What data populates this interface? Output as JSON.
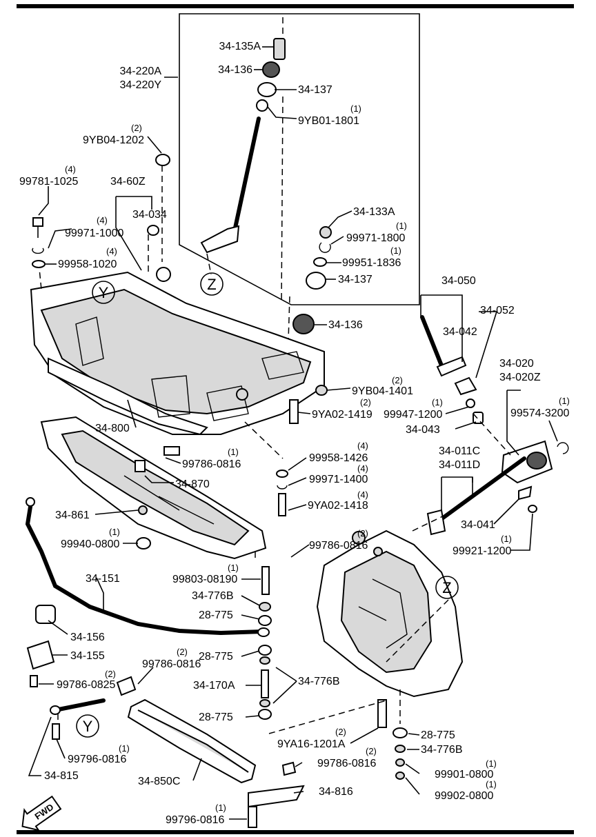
{
  "labels": {
    "p34_135A": "34-135A",
    "p34_136_top": "34-136",
    "p34_137_top": "34-137",
    "p9YB01_1801": "9YB01-1801",
    "p34_220A": "34-220A",
    "p34_220Y": "34-220Y",
    "p9YB04_1202": "9YB04-1202",
    "p99781_1025": "99781-1025",
    "p34_60Z": "34-60Z",
    "p34_034": "34-034",
    "p99971_1000": "99971-1000",
    "p99958_1020": "99958-1020",
    "p34_133A": "34-133A",
    "p99971_1800": "99971-1800",
    "p99951_1836": "99951-1836",
    "p34_137_mid": "34-137",
    "p34_050": "34-050",
    "p34_052": "34-052",
    "p34_042": "34-042",
    "p34_136_mid": "34-136",
    "p34_020": "34-020",
    "p34_020Z": "34-020Z",
    "p9YB04_1401": "9YB04-1401",
    "p9YA02_1419": "9YA02-1419",
    "p99947_1200": "99947-1200",
    "p99574_3200": "99574-3200",
    "p34_043": "34-043",
    "p34_800": "34-800",
    "p99958_1426": "99958-1426",
    "p34_011C": "34-011C",
    "p34_011D": "34-011D",
    "p99786_0816_a": "99786-0816",
    "p34_870": "34-870",
    "p99971_1400": "99971-1400",
    "p9YA02_1418": "9YA02-1418",
    "p34_861": "34-861",
    "p34_041": "34-041",
    "p99921_1200": "99921-1200",
    "p99940_0800": "99940-0800",
    "p99786_0816_b": "99786-0816",
    "p34_151": "34-151",
    "p99803_08190": "99803-08190",
    "p34_776B_a": "34-776B",
    "p28_775_a": "28-775",
    "p34_156": "34-156",
    "p34_155": "34-155",
    "p28_775_b": "28-775",
    "p99786_0816_c": "99786-0816",
    "p99786_0825": "99786-0825",
    "p34_170A": "34-170A",
    "p34_776B_b": "34-776B",
    "p28_775_c": "28-775",
    "p28_775_d": "28-775",
    "p9YA16_1201A": "9YA16-1201A",
    "p34_776B_c": "34-776B",
    "p99796_0816_a": "99796-0816",
    "p34_815": "34-815",
    "p34_850C": "34-850C",
    "p99786_0816_d": "99786-0816",
    "p99901_0800": "99901-0800",
    "p34_816": "34-816",
    "p99902_0800": "99902-0800",
    "p99796_0816_b": "99796-0816"
  },
  "quantities": {
    "q_9YB01_1801": "(1)",
    "q_9YB04_1202": "(2)",
    "q_99781_1025": "(4)",
    "q_99971_1000": "(4)",
    "q_99958_1020": "(4)",
    "q_99971_1800": "(1)",
    "q_99951_1836": "(1)",
    "q_9YB04_1401": "(2)",
    "q_9YA02_1419": "(2)",
    "q_99947_1200": "(1)",
    "q_99574_3200": "(1)",
    "q_99958_1426": "(4)",
    "q_99786_0816_a": "(1)",
    "q_99971_1400": "(4)",
    "q_9YA02_1418": "(4)",
    "q_99921_1200": "(1)",
    "q_99940_0800": "(1)",
    "q_99786_0816_b": "(2)",
    "q_99803_08190": "(1)",
    "q_99786_0816_c": "(2)",
    "q_99786_0825": "(2)",
    "q_9YA16_1201A": "(2)",
    "q_99796_0816_a": "(1)",
    "q_99786_0816_d": "(2)",
    "q_99901_0800": "(1)",
    "q_99902_0800": "(1)",
    "q_99796_0816_b": "(1)"
  },
  "callouts": {
    "z_top": "Z",
    "y_top": "Y",
    "z_knuckle": "Z",
    "y_bottom": "Y"
  },
  "fwd_badge": "FWD"
}
